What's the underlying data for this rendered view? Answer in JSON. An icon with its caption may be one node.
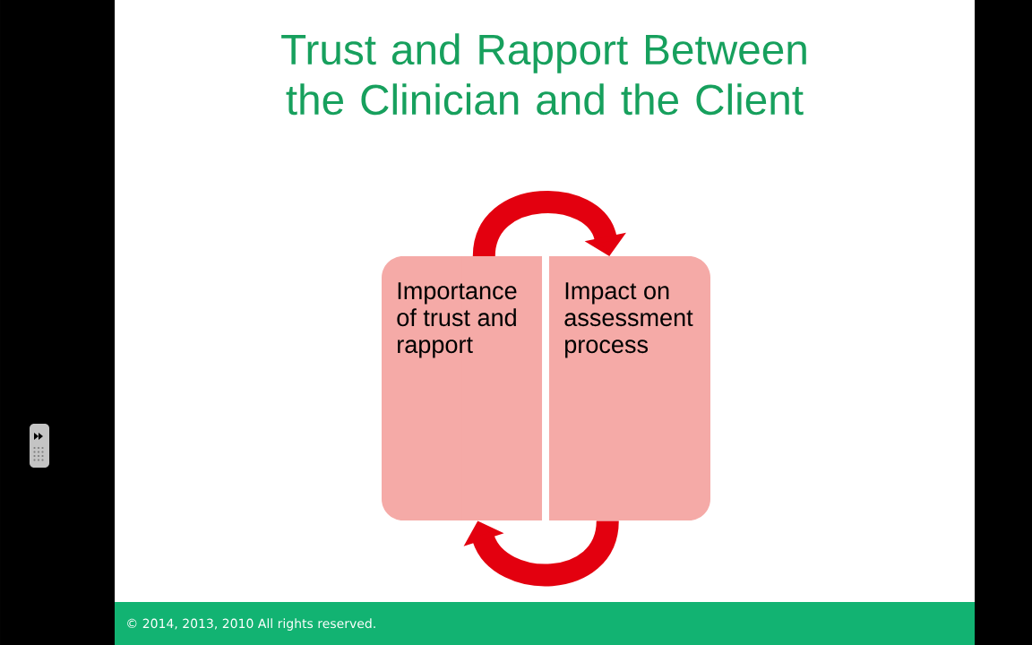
{
  "diagram": {
    "title": "Trust and Rapport Between the Clinician and the Client",
    "nodes": [
      {
        "text": [
          "Importance of trust and rapport"
        ]
      },
      {
        "text": [
          "Impact on assessment process"
        ]
      }
    ],
    "edges": [
      {
        "from": 0,
        "to": 1,
        "arrow": "to"
      },
      {
        "from": 1,
        "to": 0,
        "arrow": "to"
      }
    ],
    "labels": [
      "© 2014, 2013, 2010 All rights reserved."
    ]
  }
}
